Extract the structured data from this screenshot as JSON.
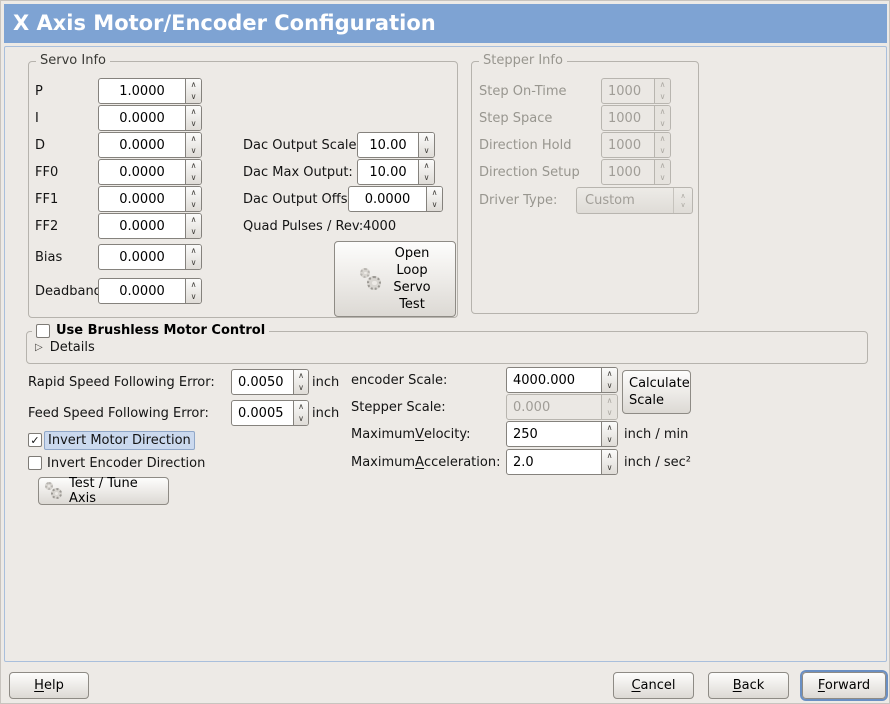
{
  "colors": {
    "header_blue": "#7EA3D3",
    "focus_blue": "#6A8FC3",
    "selection_bg": "#CBD9EE",
    "selection_border": "#90A7C8"
  },
  "icons": {
    "chevron_up": "∧",
    "chevron_down": "∨",
    "check": "✓",
    "expander_collapsed": "▷"
  },
  "header": {
    "title": "X Axis Motor/Encoder Configuration"
  },
  "servo_info": {
    "legend": "Servo Info",
    "rows": [
      {
        "label": "P",
        "value": "1.0000"
      },
      {
        "label": "I",
        "value": "0.0000"
      },
      {
        "label": "D",
        "value": "0.0000"
      },
      {
        "label": "FF0",
        "value": "0.0000"
      },
      {
        "label": "FF1",
        "value": "0.0000"
      },
      {
        "label": "FF2",
        "value": "0.0000"
      },
      {
        "label": "Bias",
        "value": "0.0000"
      },
      {
        "label": "Deadband",
        "value": "0.0000"
      }
    ]
  },
  "dac": {
    "scale_label": "Dac Output Scale:",
    "scale_value": "10.00",
    "max_label": "Dac Max Output:",
    "max_value": "10.00",
    "offset_label": "Dac Output Offset:",
    "offset_value": "0.0000",
    "quad_label": "Quad Pulses / Rev:",
    "quad_value": "4000"
  },
  "open_loop_button_label": "Open\nLoop\nServo\nTest",
  "stepper_info": {
    "legend": "Stepper Info",
    "rows": [
      {
        "label": "Step On-Time",
        "value": "1000"
      },
      {
        "label": "Step Space",
        "value": "1000"
      },
      {
        "label": "Direction Hold",
        "value": "1000"
      },
      {
        "label": "Direction Setup",
        "value": "1000"
      }
    ],
    "driver_type_label": "Driver Type:",
    "driver_type_value": "Custom"
  },
  "brushless": {
    "checkbox_label": "Use Brushless Motor Control",
    "details_label": "Details"
  },
  "errors": {
    "rapid_label": "Rapid Speed Following Error:",
    "rapid_value": "0.0050",
    "rapid_unit": "inch",
    "feed_label": "Feed Speed Following Error:",
    "feed_value": "0.0005",
    "feed_unit": "inch"
  },
  "scaling": {
    "encoder_label": "encoder Scale:",
    "encoder_value": "4000.000",
    "stepper_label": "Stepper Scale:",
    "stepper_value": "0.000",
    "calculate_button_label": "Calculate\nScale",
    "velocity_label": {
      "pre": "Maximum ",
      "m": "V",
      "post": "elocity:"
    },
    "velocity_value": "250",
    "velocity_unit": "inch / min",
    "accel_label": {
      "pre": "Maximum ",
      "m": "A",
      "post": "cceleration:"
    },
    "accel_value": "2.0",
    "accel_unit": "inch / sec²"
  },
  "inverts": {
    "motor_label": "Invert Motor Direction",
    "encoder_label": "Invert Encoder Direction"
  },
  "test_tune_button_label": "Test / Tune Axis",
  "footer": {
    "help": {
      "m": "H",
      "rest": "elp"
    },
    "cancel": {
      "m": "C",
      "rest": "ancel"
    },
    "back": {
      "m": "B",
      "rest": "ack"
    },
    "forward": {
      "m": "F",
      "rest": "orward"
    }
  }
}
